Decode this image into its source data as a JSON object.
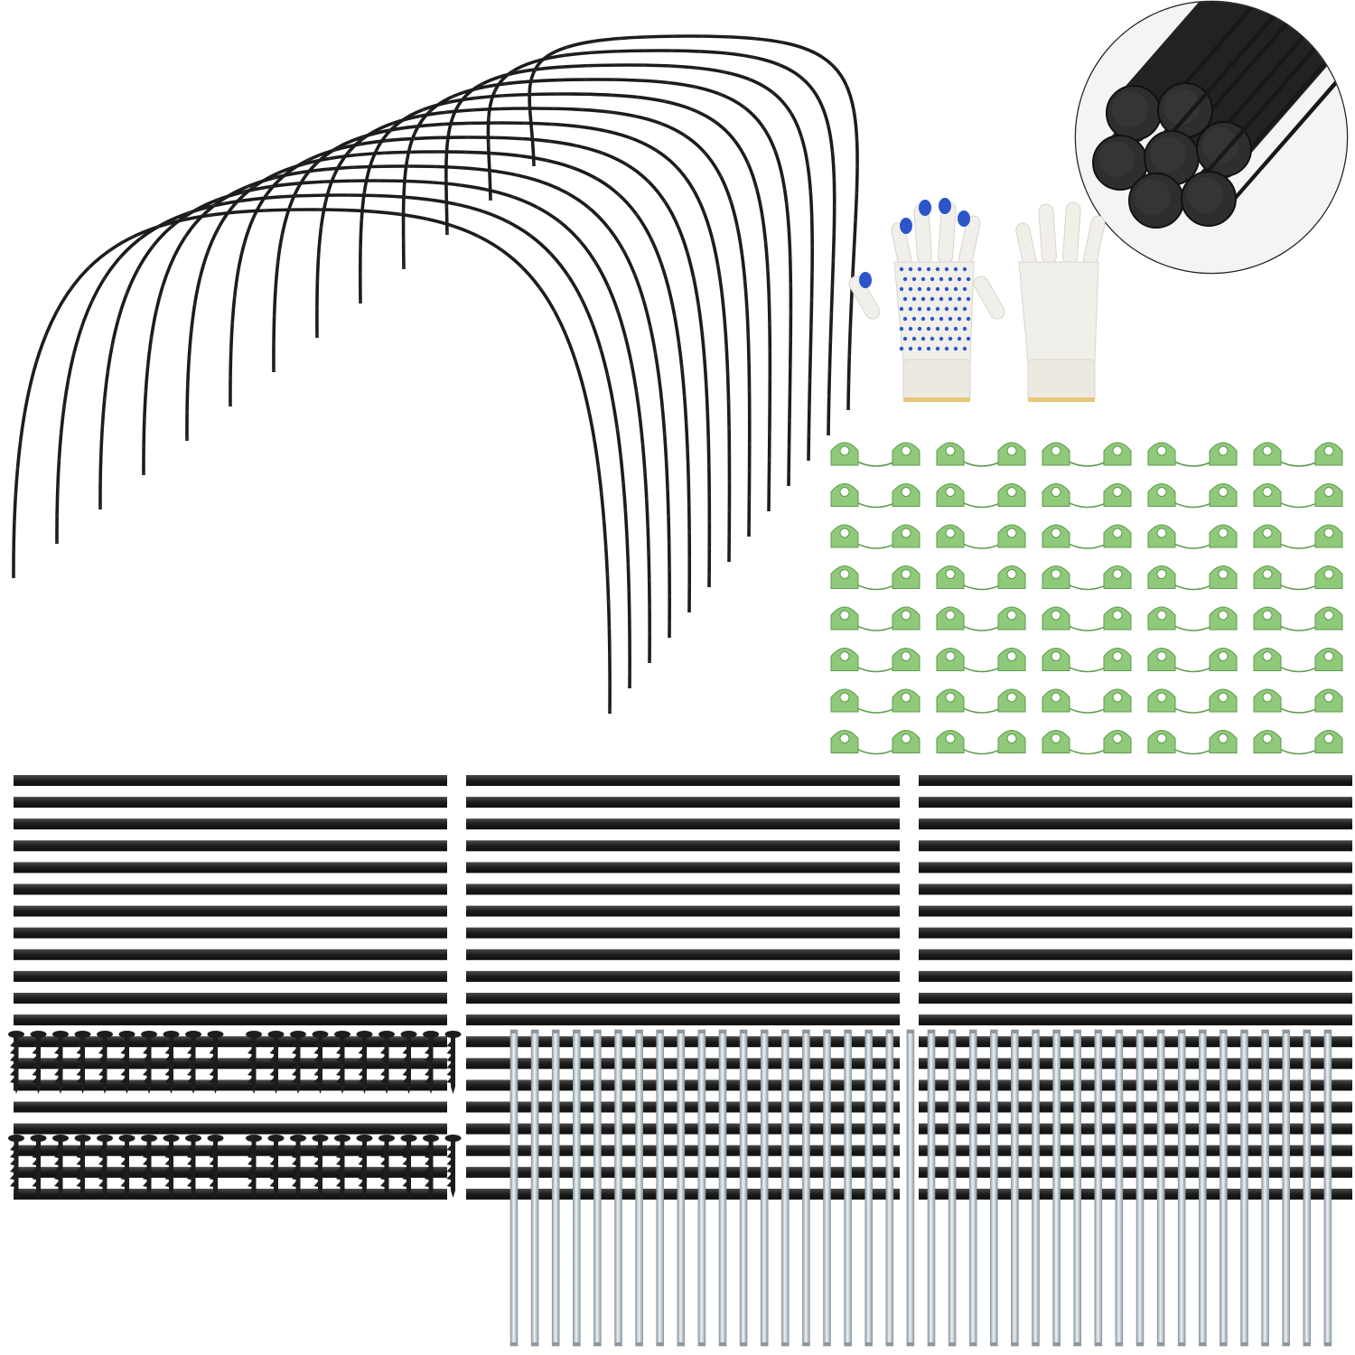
{
  "scene": {
    "components": [
      {
        "name": "hoops",
        "count": 13
      },
      {
        "name": "rod-end-closeup-inset",
        "count": 7
      },
      {
        "name": "gloves",
        "count": 2
      },
      {
        "name": "green-clips",
        "count": 40
      },
      {
        "name": "fiberglass-rods",
        "count": 60
      },
      {
        "name": "plastic-ground-stakes",
        "count": 40
      },
      {
        "name": "metal-connector-sleeves",
        "count": 40
      }
    ],
    "colors": {
      "background": "#ffffff",
      "rod_black": "#1c1c1c",
      "rod_highlight": "#4a4a4a",
      "clip_green": "#8fc97a",
      "clip_green_dark": "#5f9a4d",
      "glove_white": "#f1efe9",
      "glove_dots": "#2b55c9",
      "glove_cuff": "#e8c87a",
      "metal": "#c9d2d8",
      "metal_dark": "#8d99a2"
    }
  }
}
